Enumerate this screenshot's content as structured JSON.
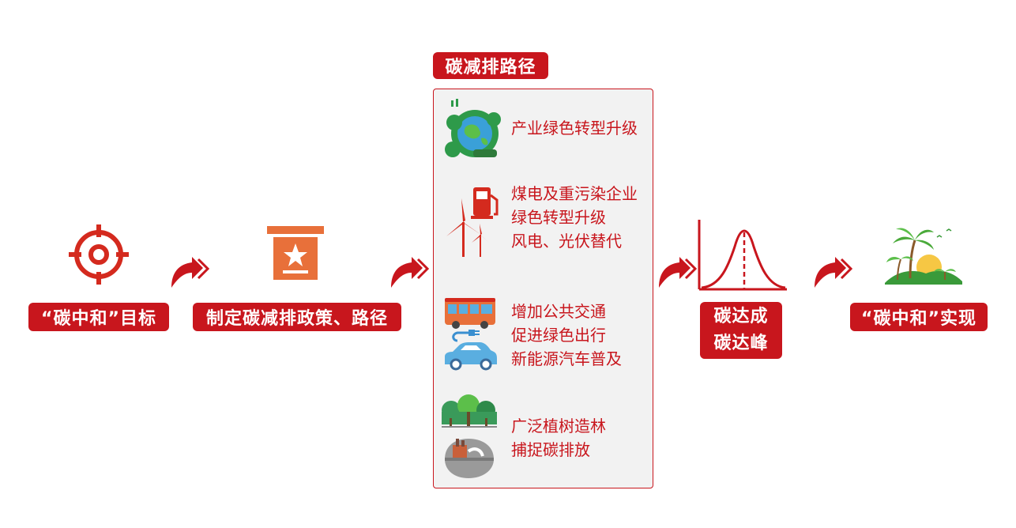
{
  "steps": {
    "goal": "“碳中和”目标",
    "policy": "制定碳减排政策、路径",
    "peak_line1": "碳达成",
    "peak_line2": "碳达峰",
    "achieve": "“碳中和”实现"
  },
  "panel": {
    "title": "碳减排路径",
    "items": [
      {
        "lines": [
          "产业绿色转型升级"
        ],
        "icon": "green-earth-icon"
      },
      {
        "lines": [
          "煤电及重污染企业",
          "绿色转型升级",
          "风电、光伏替代"
        ],
        "icon": "wind-turbine-fuel-icon"
      },
      {
        "lines": [
          "增加公共交通",
          "促进绿色出行",
          "新能源汽车普及"
        ],
        "icon": "bus-ev-icon"
      },
      {
        "lines": [
          "广泛植树造林",
          "捕捉碳排放"
        ],
        "icon": "forest-capture-icon"
      }
    ]
  },
  "colors": {
    "accent": "#c8161d",
    "orange": "#e8703a",
    "panel_bg": "#f2f2f2"
  }
}
